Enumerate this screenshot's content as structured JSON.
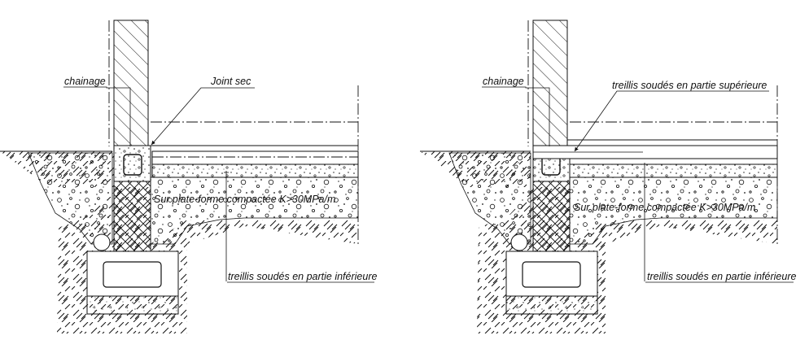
{
  "details": [
    {
      "id": "left",
      "labels": {
        "chainage": "chainage",
        "joint": "Joint sec",
        "platform": "Sur plate-forme compactée K>30MPa/m",
        "mesh_bottom": "treillis soudés en partie inférieure"
      }
    },
    {
      "id": "right",
      "labels": {
        "chainage": "chainage",
        "mesh_top": "treillis soudés en partie supérieure",
        "platform": "Sur plate-forme compactée K>30MPa/m",
        "mesh_bottom": "treillis soudés en partie inférieure"
      }
    }
  ]
}
